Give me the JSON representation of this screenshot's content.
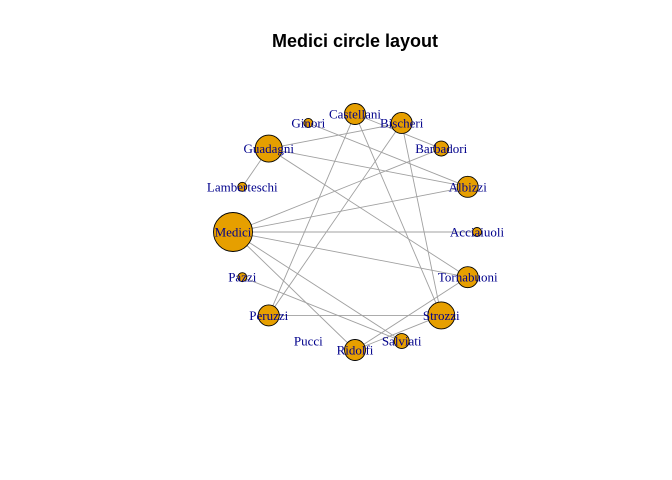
{
  "title": "Medici circle layout",
  "colors": {
    "node_fill": "#e69f00",
    "node_border": "#000000",
    "edge": "#a0a0a0",
    "label": "#00008b"
  },
  "nodes": [
    {
      "name": "Acciaiuoli",
      "degree": 1
    },
    {
      "name": "Albizzi",
      "degree": 3
    },
    {
      "name": "Barbadori",
      "degree": 2
    },
    {
      "name": "Bischeri",
      "degree": 3
    },
    {
      "name": "Castellani",
      "degree": 3
    },
    {
      "name": "Ginori",
      "degree": 1
    },
    {
      "name": "Guadagni",
      "degree": 4
    },
    {
      "name": "Lamberteschi",
      "degree": 1
    },
    {
      "name": "Medici",
      "degree": 6
    },
    {
      "name": "Pazzi",
      "degree": 1
    },
    {
      "name": "Peruzzi",
      "degree": 3
    },
    {
      "name": "Pucci",
      "degree": 0
    },
    {
      "name": "Ridolfi",
      "degree": 3
    },
    {
      "name": "Salviati",
      "degree": 2
    },
    {
      "name": "Strozzi",
      "degree": 4
    },
    {
      "name": "Tornabuoni",
      "degree": 3
    }
  ],
  "edges": [
    [
      "Medici",
      "Acciaiuoli"
    ],
    [
      "Medici",
      "Albizzi"
    ],
    [
      "Medici",
      "Barbadori"
    ],
    [
      "Medici",
      "Ridolfi"
    ],
    [
      "Medici",
      "Salviati"
    ],
    [
      "Medici",
      "Tornabuoni"
    ],
    [
      "Albizzi",
      "Ginori"
    ],
    [
      "Albizzi",
      "Guadagni"
    ],
    [
      "Barbadori",
      "Castellani"
    ],
    [
      "Bischeri",
      "Guadagni"
    ],
    [
      "Bischeri",
      "Peruzzi"
    ],
    [
      "Bischeri",
      "Strozzi"
    ],
    [
      "Castellani",
      "Peruzzi"
    ],
    [
      "Castellani",
      "Strozzi"
    ],
    [
      "Guadagni",
      "Lamberteschi"
    ],
    [
      "Guadagni",
      "Tornabuoni"
    ],
    [
      "Pazzi",
      "Salviati"
    ],
    [
      "Peruzzi",
      "Strozzi"
    ],
    [
      "Ridolfi",
      "Strozzi"
    ],
    [
      "Ridolfi",
      "Tornabuoni"
    ]
  ]
}
